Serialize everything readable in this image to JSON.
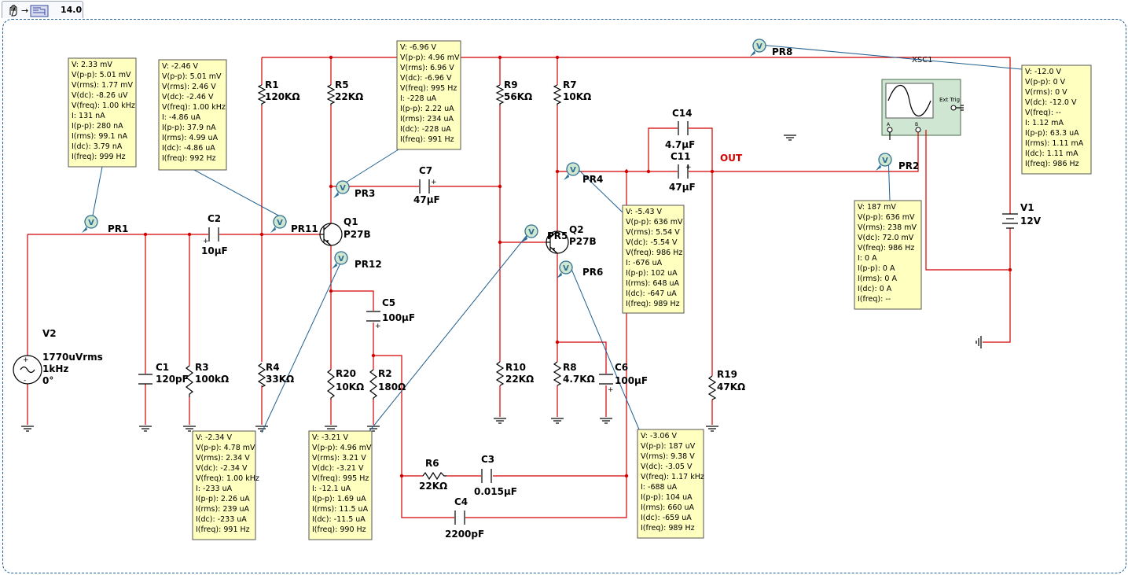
{
  "toolbar": {
    "zoom": "14.0"
  },
  "labels": {
    "out": "OUT",
    "scope": "XSC1",
    "scope_ext": "Ext Trig",
    "scope_a": "A",
    "scope_b": "B"
  },
  "components": [
    {
      "ref": "R1",
      "value": "120KΩ"
    },
    {
      "ref": "R5",
      "value": "22KΩ"
    },
    {
      "ref": "R9",
      "value": "56KΩ"
    },
    {
      "ref": "R7",
      "value": "10KΩ"
    },
    {
      "ref": "C14",
      "value": "4.7µF"
    },
    {
      "ref": "C11",
      "value": "47µF"
    },
    {
      "ref": "C7",
      "value": "47µF"
    },
    {
      "ref": "C2",
      "value": "10µF"
    },
    {
      "ref": "Q1",
      "value": "P27B"
    },
    {
      "ref": "Q2",
      "value": "P27B"
    },
    {
      "ref": "C5",
      "value": "100µF"
    },
    {
      "ref": "V2",
      "value": "1770uVrms",
      "value2": "1kHz",
      "value3": "0°"
    },
    {
      "ref": "C1",
      "value": "120pF"
    },
    {
      "ref": "R3",
      "value": "100kΩ"
    },
    {
      "ref": "R4",
      "value": "33KΩ"
    },
    {
      "ref": "R20",
      "value": "10KΩ"
    },
    {
      "ref": "R2",
      "value": "180Ω"
    },
    {
      "ref": "R10",
      "value": "22KΩ"
    },
    {
      "ref": "R8",
      "value": "4.7KΩ"
    },
    {
      "ref": "C6",
      "value": "100µF"
    },
    {
      "ref": "R19",
      "value": "47KΩ"
    },
    {
      "ref": "V1",
      "value": "12V"
    },
    {
      "ref": "R6",
      "value": "22KΩ"
    },
    {
      "ref": "C3",
      "value": "0.015µF"
    },
    {
      "ref": "C4",
      "value": "2200pF"
    }
  ],
  "probe_names": [
    "PR1",
    "PR11",
    "PR3",
    "PR12",
    "PR4",
    "PR5",
    "PR6",
    "PR2",
    "PR8"
  ],
  "probes": [
    {
      "name": "PR1",
      "lines": [
        "V: 2.33 mV",
        "V(p-p): 5.01 mV",
        "V(rms): 1.77 mV",
        "V(dc): -8.26 uV",
        "V(freq): 1.00 kHz",
        "I: 131 nA",
        "I(p-p): 280 nA",
        "I(rms): 99.1 nA",
        "I(dc): 3.79 nA",
        "I(freq): 999 Hz"
      ]
    },
    {
      "name": "PR11",
      "lines": [
        "V: -2.46 V",
        "V(p-p): 5.01 mV",
        "V(rms): 2.46 V",
        "V(dc): -2.46 V",
        "V(freq): 1.00 kHz",
        "I: -4.86 uA",
        "I(p-p): 37.9 nA",
        "I(rms): 4.99 uA",
        "I(dc): -4.86 uA",
        "I(freq): 992 Hz"
      ]
    },
    {
      "name": "PR3",
      "lines": [
        "V: -6.96 V",
        "V(p-p): 4.96 mV",
        "V(rms): 6.96 V",
        "V(dc): -6.96 V",
        "V(freq): 995 Hz",
        "I: -228 uA",
        "I(p-p): 2.22 uA",
        "I(rms): 234 uA",
        "I(dc): -228 uA",
        "I(freq): 991 Hz"
      ]
    },
    {
      "name": "PR8",
      "lines": [
        "V: -12.0 V",
        "V(p-p): 0 V",
        "V(rms): 0 V",
        "V(dc): -12.0 V",
        "V(freq): --",
        "I: 1.12 mA",
        "I(p-p): 63.3 uA",
        "I(rms): 1.11 mA",
        "I(dc): 1.11 mA",
        "I(freq): 986 Hz"
      ]
    },
    {
      "name": "PR4",
      "lines": [
        "V: -5.43 V",
        "V(p-p): 636 mV",
        "V(rms): 5.54 V",
        "V(dc): -5.54 V",
        "V(freq): 986 Hz",
        "I: -676 uA",
        "I(p-p): 102 uA",
        "I(rms): 648 uA",
        "I(dc): -647 uA",
        "I(freq): 989 Hz"
      ]
    },
    {
      "name": "PR2",
      "lines": [
        "V: 187 mV",
        "V(p-p): 636 mV",
        "V(rms): 238 mV",
        "V(dc): 72.0 mV",
        "V(freq): 986 Hz",
        "I: 0 A",
        "I(p-p): 0 A",
        "I(rms): 0 A",
        "I(dc): 0 A",
        "I(freq): --"
      ]
    },
    {
      "name": "PR12",
      "lines": [
        "V: -2.34 V",
        "V(p-p): 4.78 mV",
        "V(rms): 2.34 V",
        "V(dc): -2.34 V",
        "V(freq): 1.00 kHz",
        "I: -233 uA",
        "I(p-p): 2.26 uA",
        "I(rms): 239 uA",
        "I(dc): -233 uA",
        "I(freq): 991 Hz"
      ]
    },
    {
      "name": "PR5",
      "lines": [
        "V: -3.21 V",
        "V(p-p): 4.96 mV",
        "V(rms): 3.21 V",
        "V(dc): -3.21 V",
        "V(freq): 995 Hz",
        "I: -12.1 uA",
        "I(p-p): 1.69 uA",
        "I(rms): 11.5 uA",
        "I(dc): -11.5 uA",
        "I(freq): 990 Hz"
      ]
    },
    {
      "name": "PR6",
      "lines": [
        "V: -3.06 V",
        "V(p-p): 187 uV",
        "V(rms): 9.38 V",
        "V(dc): -3.05 V",
        "V(freq): 1.17 kHz",
        "I: -688 uA",
        "I(p-p): 104 uA",
        "I(rms): 660 uA",
        "I(dc): -659 uA",
        "I(freq): 989 Hz"
      ]
    }
  ]
}
